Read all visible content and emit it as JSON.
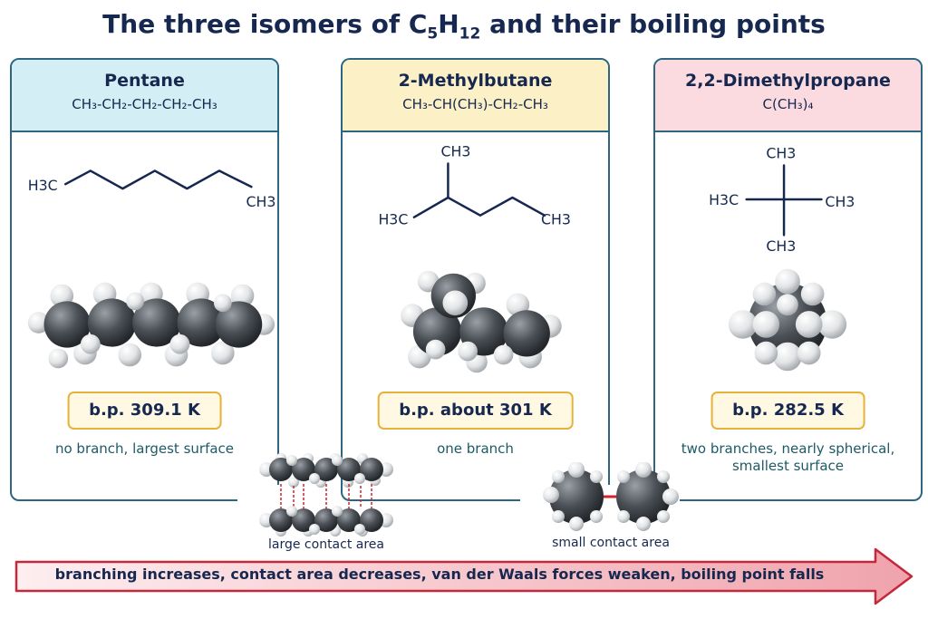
{
  "title": {
    "main": "The three isomers of C",
    "sub1": "5",
    "mid": "H",
    "sub2": "12",
    "rest": " and their boiling points"
  },
  "isomers": [
    {
      "name": "Pentane",
      "formula": "CH₃-CH₂-CH₂-CH₂-CH₃",
      "boiling_point": "b.p. 309.1 K",
      "description": "no branch, largest surface",
      "color": "#d4eef5"
    },
    {
      "name": "2-Methylbutane",
      "formula": "CH₃-CH(CH₃)-CH₂-CH₃",
      "boiling_point": "b.p. about 301 K",
      "description": "one branch",
      "color": "#fcf0c6"
    },
    {
      "name": "2,2-Dimethylpropane",
      "formula": "C(CH₃)₄",
      "boiling_point": "b.p. 282.5 K",
      "description_line1": "two branches, nearly spherical,",
      "description_line2": "smallest surface",
      "color": "#fcdbe0"
    }
  ],
  "structure_labels": {
    "h3c": "H3C",
    "ch3": "CH3"
  },
  "contact": {
    "large": "large contact area",
    "small": "small contact area"
  },
  "trend": "branching increases, contact area decreases, van der Waals forces weaken, boiling point falls"
}
